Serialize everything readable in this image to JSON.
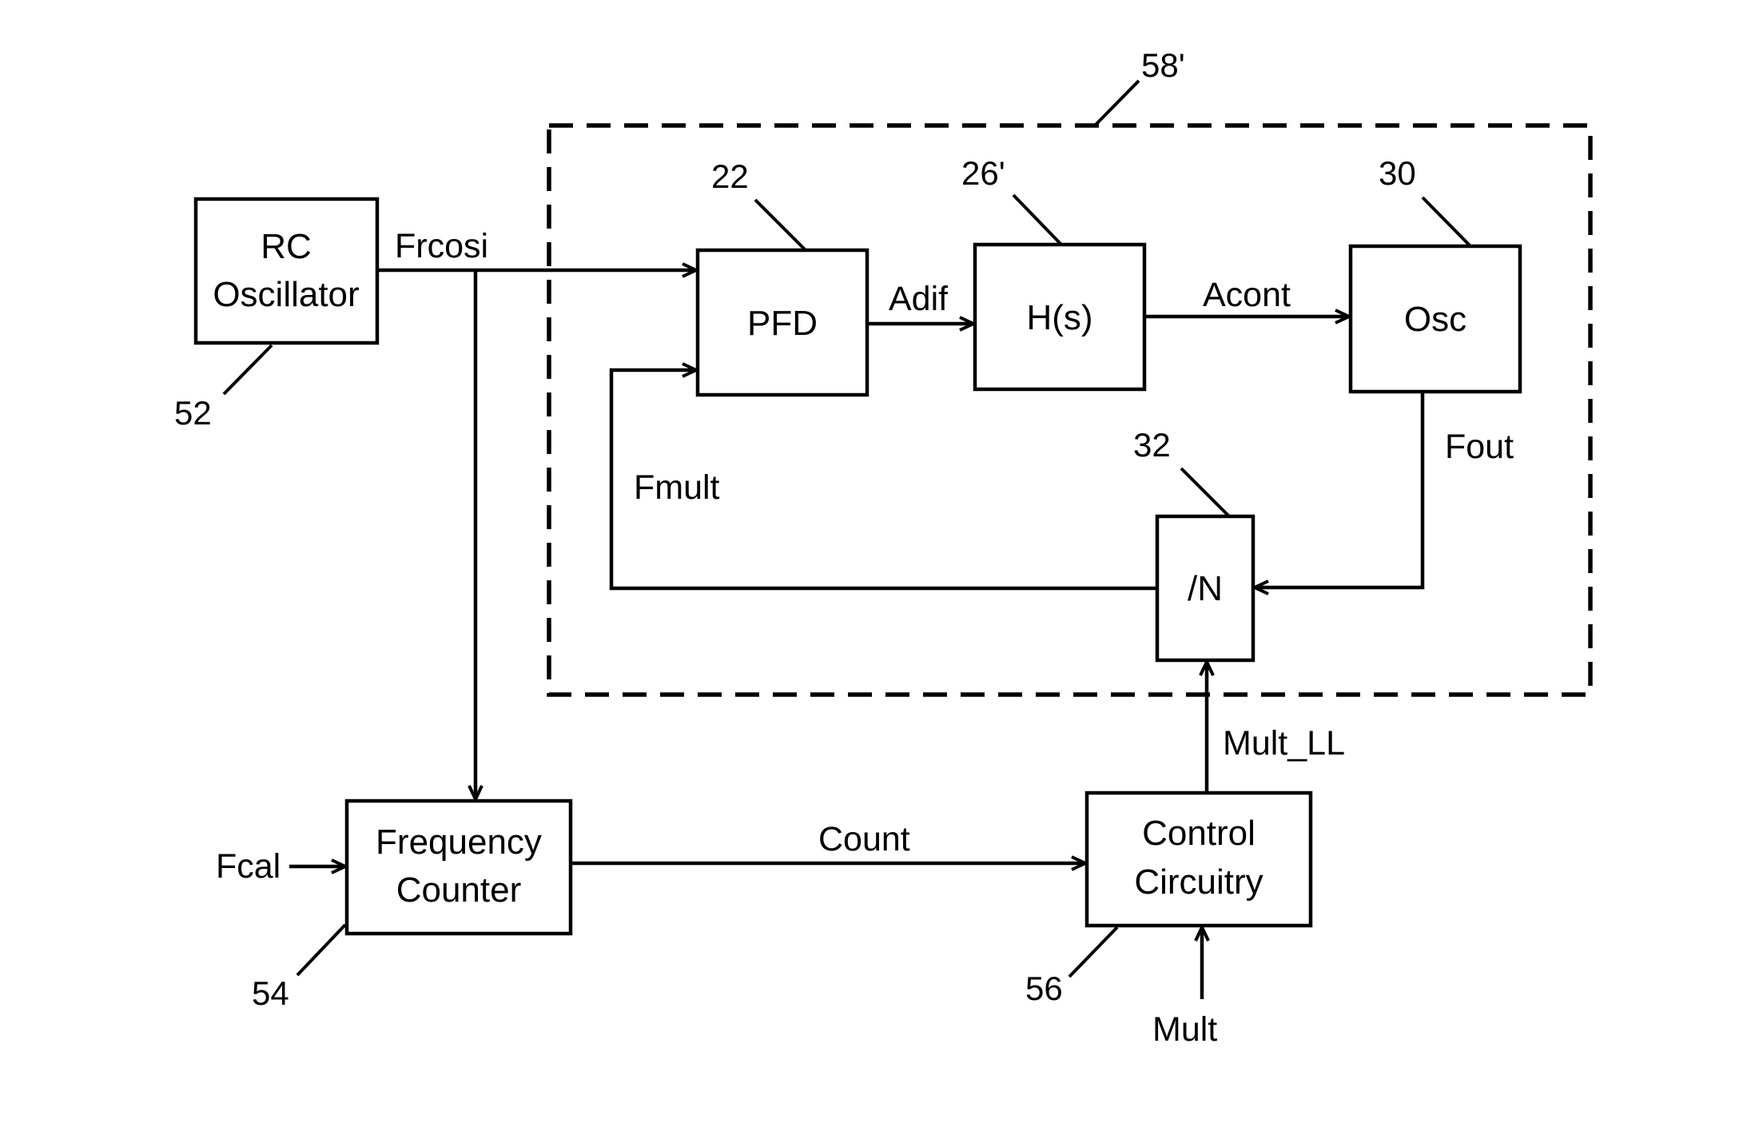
{
  "blocks": {
    "rc_oscillator": {
      "line1": "RC",
      "line2": "Oscillator"
    },
    "pfd": {
      "label": "PFD"
    },
    "filter": {
      "label": "H(s)"
    },
    "osc": {
      "label": "Osc"
    },
    "divider": {
      "label": "/N"
    },
    "frequency_counter": {
      "line1": "Frequency",
      "line2": "Counter"
    },
    "control_circuitry": {
      "line1": "Control",
      "line2": "Circuitry"
    }
  },
  "signals": {
    "frcosi": "Frcosi",
    "adif": "Adif",
    "acont": "Acont",
    "fout": "Fout",
    "fmult": "Fmult",
    "mult_ll": "Mult_LL",
    "count": "Count",
    "fcal": "Fcal",
    "mult": "Mult"
  },
  "refs": {
    "pll_group": "58'",
    "rc_oscillator": "52",
    "pfd": "22",
    "filter": "26'",
    "osc": "30",
    "divider": "32",
    "frequency_counter": "54",
    "control_circuitry": "56"
  },
  "colors": {
    "ink": "#000000",
    "background": "#ffffff"
  }
}
